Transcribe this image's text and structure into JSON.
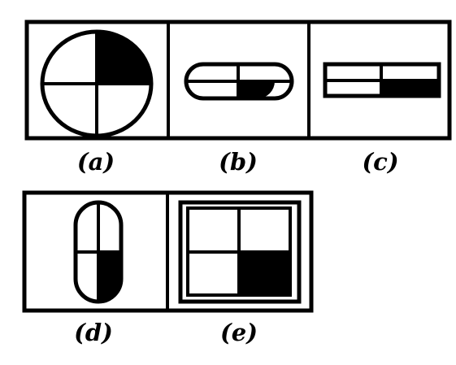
{
  "labels": {
    "a": "(a)",
    "b": "(b)",
    "c": "(c)",
    "d": "(d)",
    "e": "(e)"
  },
  "colors": {
    "ink": "#000000",
    "paper": "#ffffff"
  }
}
